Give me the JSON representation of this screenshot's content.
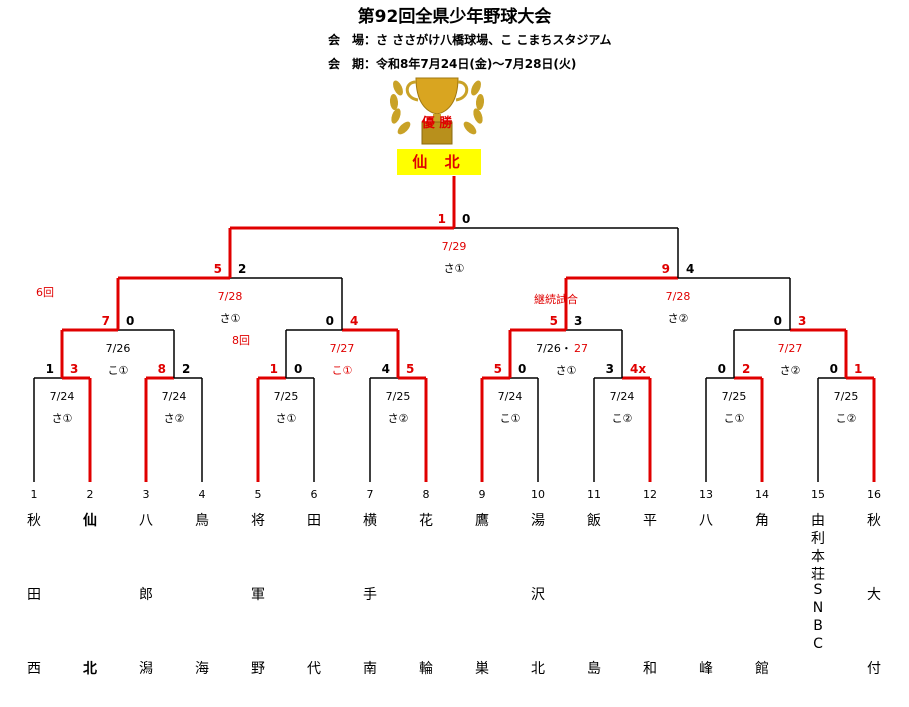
{
  "header": {
    "title": "第92回全県少年野球大会",
    "venue": "会　場：さ ささがけ八橋球場、こ こまちスタジアム",
    "period": "会　期：令和8年7月24日(金)～7月28日(火)"
  },
  "trophy": {
    "label": "優 勝",
    "icon": "trophy-icon"
  },
  "champion": "仙 北",
  "colors": {
    "win": "#e00000",
    "line": "#000000",
    "champion_bg": "#ffff00"
  },
  "teams": [
    {
      "num": "1",
      "name": "秋田西"
    },
    {
      "num": "2",
      "name": "仙北"
    },
    {
      "num": "3",
      "name": "八郎潟"
    },
    {
      "num": "4",
      "name": "鳥海"
    },
    {
      "num": "5",
      "name": "将軍野"
    },
    {
      "num": "6",
      "name": "田代"
    },
    {
      "num": "7",
      "name": "横手南"
    },
    {
      "num": "8",
      "name": "花輪"
    },
    {
      "num": "9",
      "name": "鷹巣"
    },
    {
      "num": "10",
      "name": "湯沢北"
    },
    {
      "num": "11",
      "name": "飯島"
    },
    {
      "num": "12",
      "name": "平和"
    },
    {
      "num": "13",
      "name": "八峰"
    },
    {
      "num": "14",
      "name": "角館"
    },
    {
      "num": "15",
      "name": "由利本荘SNBC"
    },
    {
      "num": "16",
      "name": "秋大付"
    }
  ],
  "round1": [
    {
      "left_score": "1",
      "right_score": "3",
      "date": "7/24",
      "venue": "さ①",
      "winner": "right"
    },
    {
      "left_score": "8",
      "right_score": "2",
      "date": "7/24",
      "venue": "さ②",
      "winner": "left"
    },
    {
      "left_score": "1",
      "right_score": "0",
      "date": "7/25",
      "venue": "さ①",
      "winner": "left",
      "note": "8回"
    },
    {
      "left_score": "4",
      "right_score": "5",
      "date": "7/25",
      "venue": "さ②",
      "winner": "right"
    },
    {
      "left_score": "5",
      "right_score": "0",
      "date": "7/24",
      "venue": "こ①",
      "winner": "left"
    },
    {
      "left_score": "3",
      "right_score": "4x",
      "date": "7/24",
      "venue": "こ②",
      "winner": "right"
    },
    {
      "left_score": "0",
      "right_score": "2",
      "date": "7/25",
      "venue": "こ①",
      "winner": "right"
    },
    {
      "left_score": "0",
      "right_score": "1",
      "date": "7/25",
      "venue": "こ②",
      "winner": "right"
    }
  ],
  "quarterfinals": [
    {
      "left_score": "7",
      "right_score": "0",
      "date": "7/26",
      "venue": "こ①",
      "winner": "left",
      "note": "6回"
    },
    {
      "left_score": "0",
      "right_score": "4",
      "date": "7/27",
      "venue": "こ①",
      "winner": "right"
    },
    {
      "left_score": "5",
      "right_score": "3",
      "date_a": "7/26",
      "date_b": "27",
      "venue": "さ①",
      "winner": "left",
      "note": "継続試合"
    },
    {
      "left_score": "0",
      "right_score": "3",
      "date": "7/27",
      "venue": "さ②",
      "winner": "right"
    }
  ],
  "semifinals": [
    {
      "left_score": "5",
      "right_score": "2",
      "date": "7/28",
      "venue": "さ①",
      "winner": "left"
    },
    {
      "left_score": "9",
      "right_score": "4",
      "date": "7/28",
      "venue": "さ②",
      "winner": "left"
    }
  ],
  "final": {
    "left_score": "1",
    "right_score": "0",
    "date": "7/29",
    "venue": "さ①",
    "winner": "left"
  }
}
